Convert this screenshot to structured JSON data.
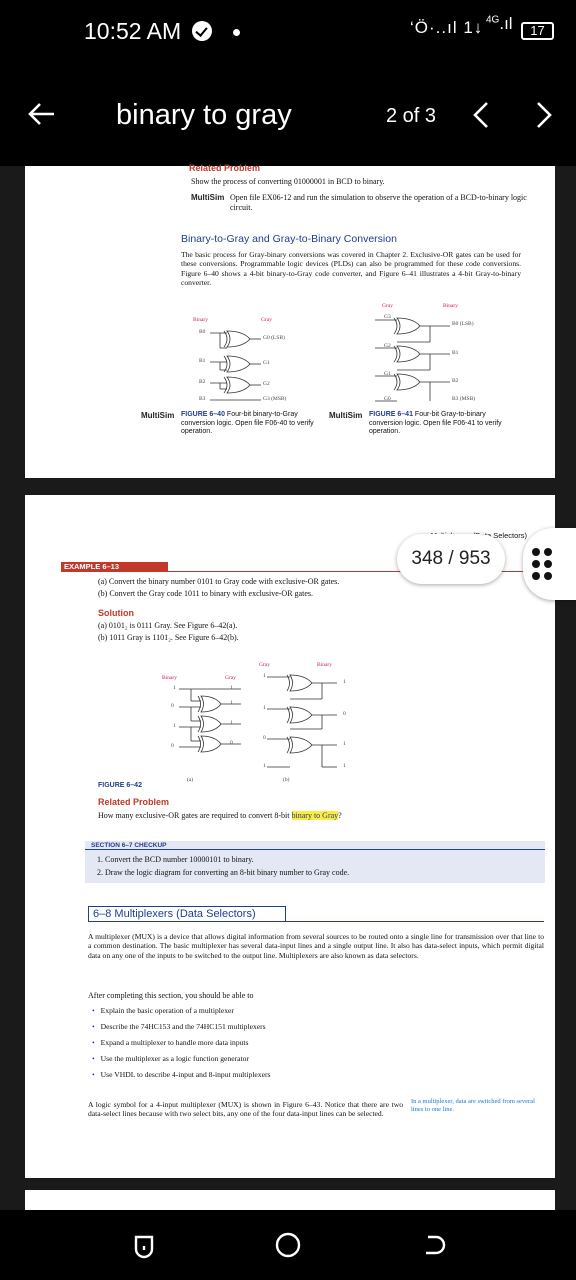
{
  "status_bar": {
    "time": "10:52 AM",
    "network": "4G",
    "battery": "17"
  },
  "app_bar": {
    "title": "binary to gray",
    "page_count": "2 of 3"
  },
  "page_indicator": "348 / 953",
  "page1": {
    "related_heading": "Related Problem",
    "related_text": "Show the process of converting 01000001 in BCD to binary.",
    "multisim_label": "MultiSim",
    "multisim_text": "Open file EX06-12 and run the simulation to observe the operation of a BCD-to-binary logic circuit.",
    "section_title": "Binary-to-Gray and Gray-to-Binary Conversion",
    "paragraph": "The basic process for Gray-binary conversions was covered in Chapter 2. Exclusive-OR gates can be used for these conversions. Programmable logic devices (PLDs) can also be programmed for these code conversions. Figure 6–40 shows a 4-bit binary-to-Gray code converter, and Figure 6–41 illustrates a 4-bit Gray-to-binary converter.",
    "fig40": {
      "in_label": "Binary",
      "out_label": "Gray",
      "inputs": [
        "B0",
        "B1",
        "B2",
        "B3"
      ],
      "outputs": [
        "G0 (LSB)",
        "G1",
        "G2",
        "G3 (MSB)"
      ],
      "caption_id": "FIGURE 6–40",
      "caption": "Four-bit binary-to-Gray conversion logic. Open file F06-40 to verify operation."
    },
    "fig41": {
      "in_label": "Gray",
      "out_label": "Binary",
      "inputs": [
        "G0",
        "G1",
        "G2",
        "G3"
      ],
      "outputs": [
        "B0 (LSB)",
        "B1",
        "B2",
        "B3 (MSB)"
      ],
      "caption_id": "FIGURE 6–41",
      "caption": "Four-bit Gray-to-binary conversion logic. Open file F06-41 to verify operation."
    }
  },
  "page2": {
    "running_header": "Multiplexers (Data Selectors)",
    "example_label": "EXAMPLE 6–13",
    "example_a": "(a)  Convert the binary number 0101 to Gray code with exclusive-OR gates.",
    "example_b": "(b)  Convert the Gray code 1011 to binary with exclusive-OR gates.",
    "solution_label": "Solution",
    "solution_a": "(a)  0101₂ is 0111 Gray. See Figure 6–42(a).",
    "solution_b": "(b)  1011 Gray is 1101₂. See Figure 6–42(b).",
    "fig42a": {
      "in_label": "Binary",
      "out_label": "Gray",
      "tag": "(a)",
      "ins": [
        "1",
        "0",
        "1",
        "0"
      ],
      "outs": [
        "1",
        "1",
        "1",
        "0"
      ]
    },
    "fig42b": {
      "in_label": "Gray",
      "out_label": "Binary",
      "tag": "(b)",
      "ins": [
        "1",
        "1",
        "0",
        "1"
      ],
      "outs": [
        "1",
        "0",
        "1",
        "1"
      ]
    },
    "figure_label": "FIGURE 6–42",
    "related_heading": "Related Problem",
    "related_text_before": "How many exclusive-OR gates are required to convert 8-bit ",
    "related_highlight": "binary to Gray",
    "related_text_after": "?",
    "checkup_title": "SECTION 6–7 CHECKUP",
    "checkup_items": [
      "1. Convert the BCD number 10000101 to binary.",
      "2. Draw the logic diagram for converting an 8-bit binary number to Gray code."
    ],
    "section_title": "6–8  Multiplexers (Data Selectors)",
    "intro": "A multiplexer (MUX) is a device that allows digital information from several sources to be routed onto a single line for transmission over that line to a common destination. The basic multiplexer has several data-input lines and a single output line. It also has data-select inputs, which permit digital data on any one of the inputs to be switched to the output line. Multiplexers are also known as data selectors.",
    "after_text": "After completing this section, you should be able to",
    "bullets": [
      "Explain the basic operation of a multiplexer",
      "Describe the 74HC153 and the 74HC151 multiplexers",
      "Expand a multiplexer to handle more data inputs",
      "Use the multiplexer as a logic function generator",
      "Use VHDL to describe 4-input and 8-input multiplexers"
    ],
    "closing": "A logic symbol for a 4-input multiplexer (MUX) is shown in Figure 6–43. Notice that there are two data-select lines because with two select bits, any one of the four data-input lines can be selected.",
    "margin_note": "In a multiplexer, data are switched from several lines to one line."
  }
}
